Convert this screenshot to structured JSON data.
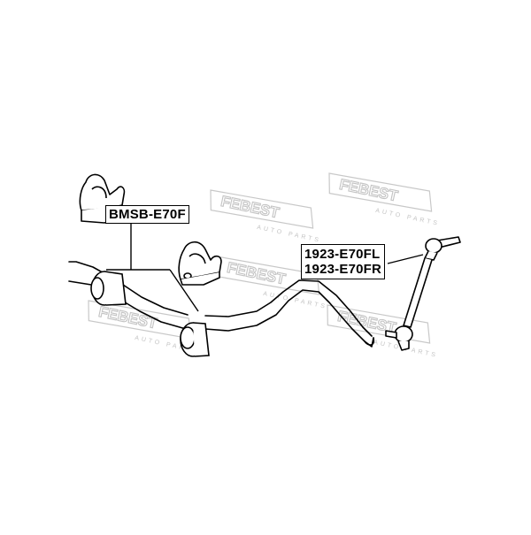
{
  "watermark": {
    "brand": "FEBEST",
    "tagline": "AUTO PARTS",
    "color": "#c4c4c4"
  },
  "labels": {
    "bushing_part_number": "BMSB-E70F",
    "link_part_numbers": [
      "1923-E70FL",
      "1923-E70FR"
    ]
  },
  "colors": {
    "line": "#000000",
    "background": "#ffffff"
  }
}
